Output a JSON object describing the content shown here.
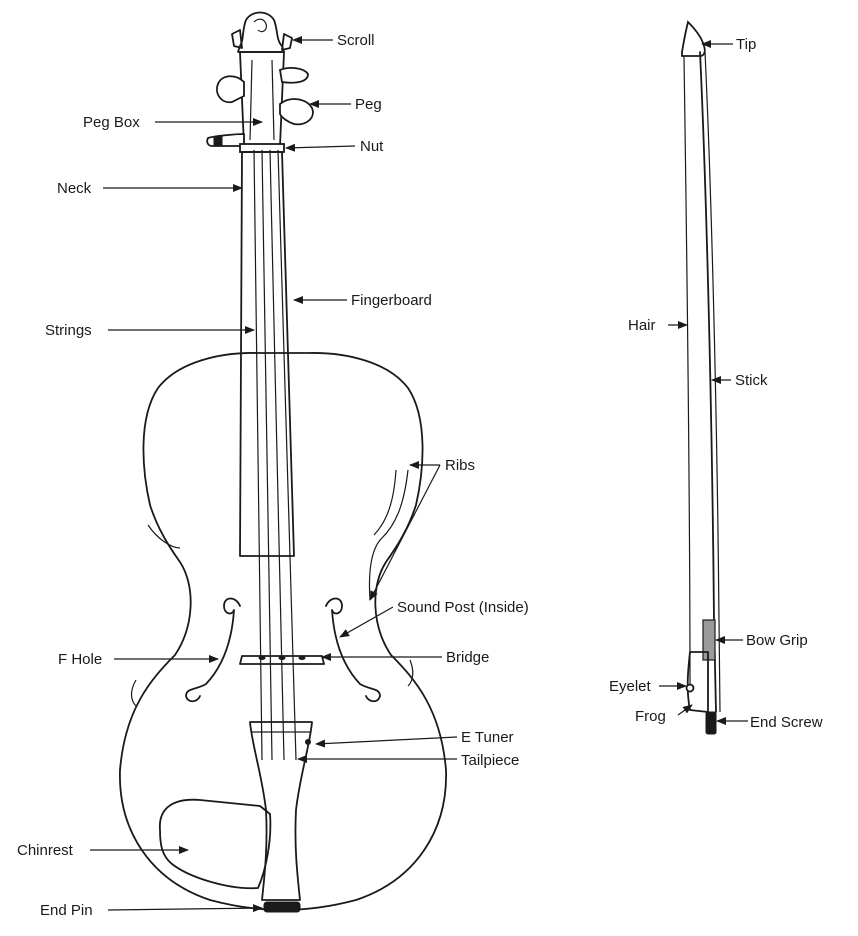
{
  "violin_labels": {
    "scroll": "Scroll",
    "peg_box": "Peg Box",
    "peg": "Peg",
    "nut": "Nut",
    "neck": "Neck",
    "fingerboard": "Fingerboard",
    "strings": "Strings",
    "ribs": "Ribs",
    "sound_post": "Sound Post (Inside)",
    "f_hole": "F Hole",
    "bridge": "Bridge",
    "e_tuner": "E Tuner",
    "tailpiece": "Tailpiece",
    "chinrest": "Chinrest",
    "end_pin": "End Pin"
  },
  "bow_labels": {
    "tip": "Tip",
    "hair": "Hair",
    "stick": "Stick",
    "bow_grip": "Bow Grip",
    "eyelet": "Eyelet",
    "frog": "Frog",
    "end_screw": "End Screw"
  }
}
